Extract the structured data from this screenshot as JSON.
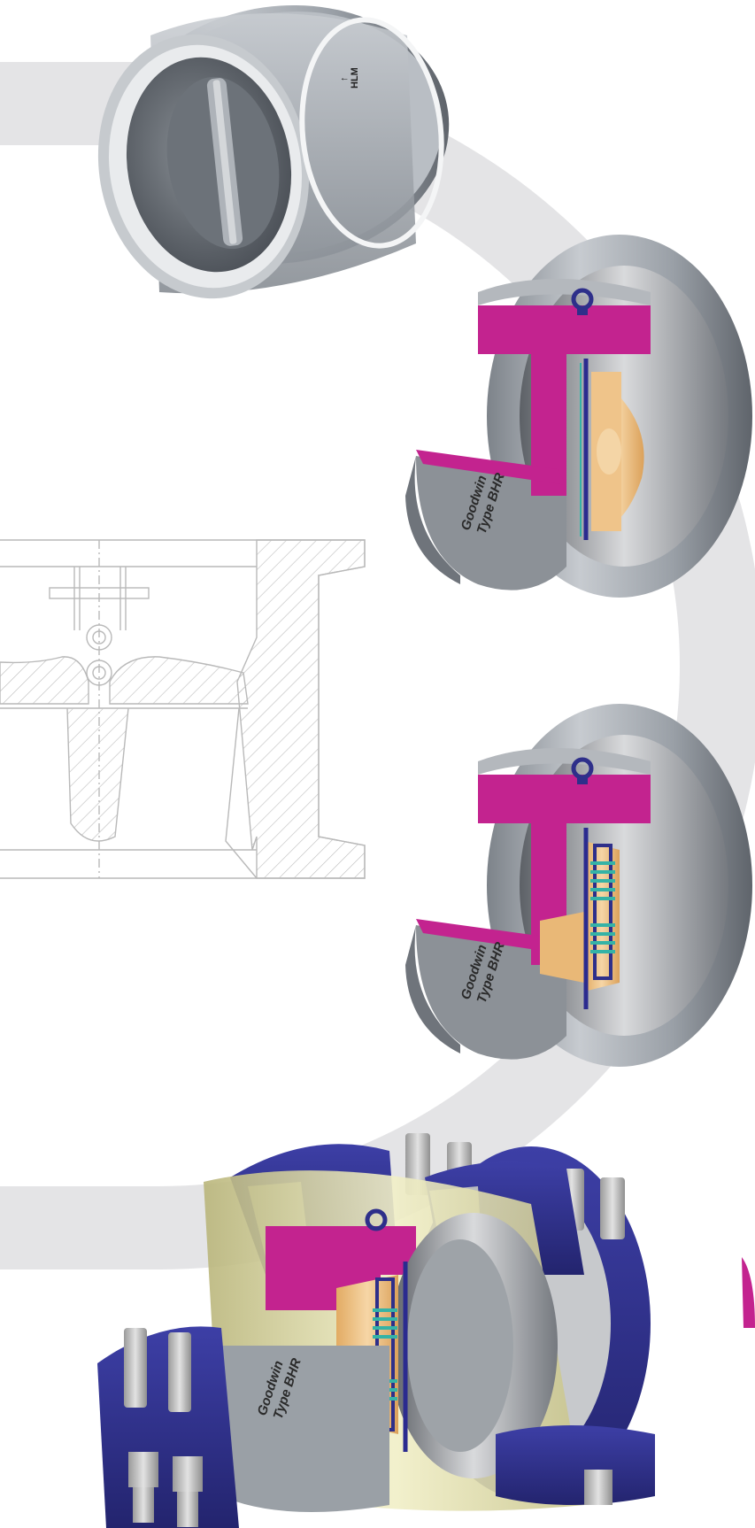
{
  "labels": {
    "flow_arrow": "↑",
    "flow_code": "HLM",
    "brand_line1": "Goodwin",
    "brand_line2": "Type BHR"
  },
  "colors": {
    "background": "#ffffff",
    "ring_band": "#e4e4e6",
    "valve_steel": "#a9adb3",
    "valve_steel_dark": "#6f747b",
    "cutaway_magenta": "#c3238f",
    "plate_bronze": "#f0c98e",
    "spring_teal": "#35b3a6",
    "flange_blue": "#2e2f8a",
    "pipe_cream": "#e9e6b4",
    "bolt_grey": "#c8c8c8",
    "drawing_line": "#b9b9b9"
  },
  "icons": [
    "lifting-eye-icon",
    "flow-direction-arrow-icon"
  ]
}
